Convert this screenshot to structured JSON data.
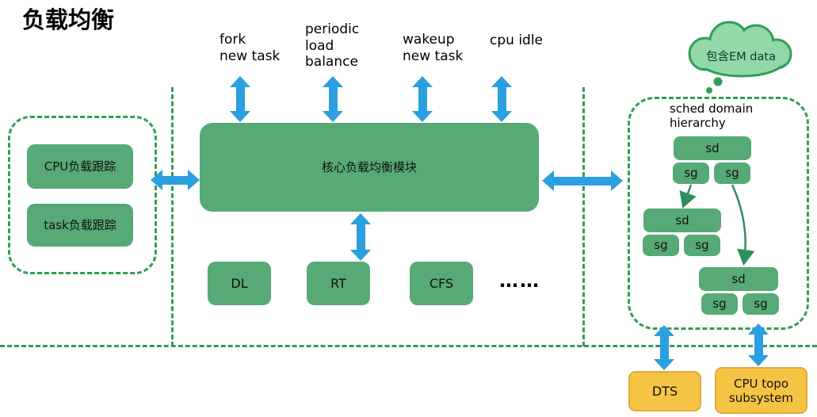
{
  "colors": {
    "green": "#57a976",
    "blue": "#2b9fe0",
    "yellow": "#f6c444",
    "yellow_border": "#e3a93c",
    "dash": "#2f9e57",
    "cloud_fill": "#93d8a9",
    "cloud_stroke": "#2f9e57",
    "tree_arrow": "#2e8f5b"
  },
  "title": "负载均衡",
  "top_labels": {
    "fork": "fork\nnew task",
    "periodic": "periodic\nload\nbalance",
    "wakeup": "wakeup\nnew task",
    "cpu_idle": "cpu idle"
  },
  "left_panel": {
    "cpu_tracking": "CPU负载跟踪",
    "task_tracking": "task负载跟踪"
  },
  "core_module": "核心负载均衡模块",
  "sched_classes": {
    "dl": "DL",
    "rt": "RT",
    "cfs": "CFS",
    "more": "……"
  },
  "cloud": {
    "label": "包含EM data"
  },
  "sched_domain": {
    "title": "sched domain\nhierarchy",
    "sd": "sd",
    "sg": "sg"
  },
  "bottom": {
    "dts": "DTS",
    "cpu_topo": "CPU topo\nsubsystem"
  }
}
